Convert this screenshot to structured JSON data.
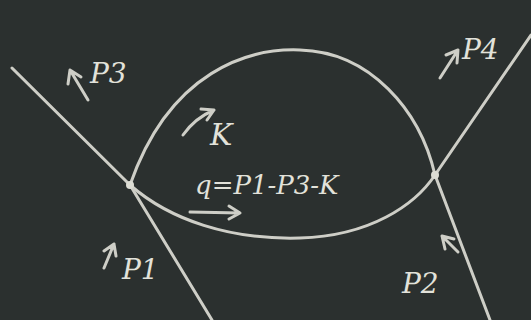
{
  "diagram": {
    "labels": [
      "P3",
      "P4",
      "K",
      "q=P1-P3-K",
      "P1",
      "P2"
    ]
  }
}
